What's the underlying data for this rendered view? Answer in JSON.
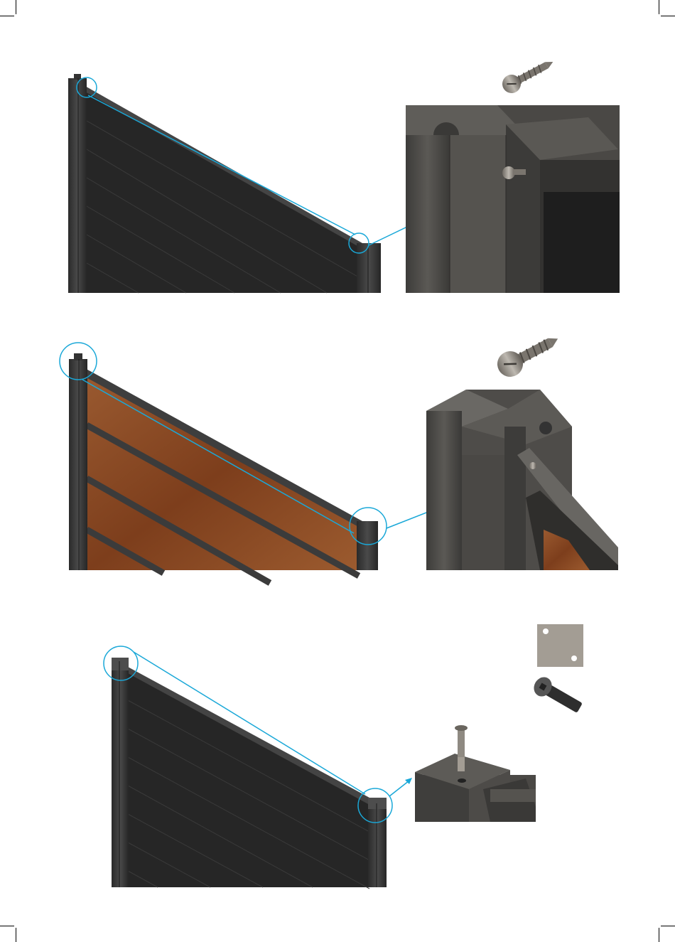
{
  "document": {
    "type": "assembly-instructions",
    "steps": [
      {
        "id": "step-1",
        "panel_style": "dark-slat",
        "hardware": [
          "pan-head-screw"
        ]
      },
      {
        "id": "step-2",
        "panel_style": "wood-slat",
        "hardware": [
          "pan-head-screw"
        ]
      },
      {
        "id": "step-3",
        "panel_style": "dark-slat",
        "hardware": [
          "square-cap-plate",
          "countersunk-bolt"
        ]
      }
    ]
  },
  "colors": {
    "callout": "#1aa8d8",
    "post": "#3b3b3b",
    "panel_dark": "#2a2a2a",
    "wood": "#8a4a25",
    "metal": "#9b958c"
  }
}
